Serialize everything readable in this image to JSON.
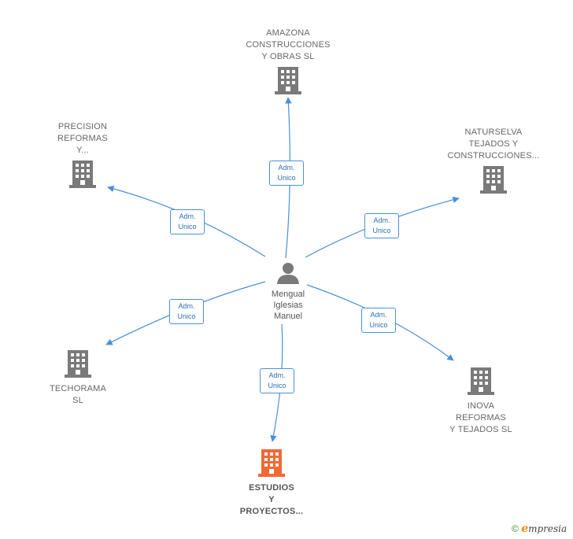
{
  "person": {
    "name_lines": [
      "Mengual",
      "Iglesias",
      "Manuel"
    ]
  },
  "companies": [
    {
      "id": "amazona",
      "lines": [
        "AMAZONA",
        "CONSTRUCCIONES",
        "Y OBRAS SL"
      ],
      "highlight": false
    },
    {
      "id": "precision",
      "lines": [
        "PRECISION",
        "REFORMAS",
        "Y..."
      ],
      "highlight": false
    },
    {
      "id": "naturselva",
      "lines": [
        "NATURSELVA",
        "TEJADOS Y",
        "CONSTRUCCIONES..."
      ],
      "highlight": false
    },
    {
      "id": "techorama",
      "lines": [
        "TECHORAMA",
        "SL"
      ],
      "highlight": false
    },
    {
      "id": "inova",
      "lines": [
        "INOVA",
        "REFORMAS",
        "Y TEJADOS  SL"
      ],
      "highlight": false
    },
    {
      "id": "estudios",
      "lines": [
        "ESTUDIOS",
        "Y",
        "PROYECTOS..."
      ],
      "highlight": true
    }
  ],
  "relations": [
    {
      "lines": [
        "Adm.",
        "Unico"
      ]
    },
    {
      "lines": [
        "Adm.",
        "Unico"
      ]
    },
    {
      "lines": [
        "Adm.",
        "Unico"
      ]
    },
    {
      "lines": [
        "Adm.",
        "Unico"
      ]
    },
    {
      "lines": [
        "Adm.",
        "Unico"
      ]
    },
    {
      "lines": [
        "Adm.",
        "Unico"
      ]
    }
  ],
  "colors": {
    "edge": "#4a90d9",
    "building": "#7a7a7a",
    "building_highlight": "#f06a35",
    "person": "#7a7a7a"
  },
  "footer": {
    "copyright": "©",
    "brand_initial": "e",
    "brand_rest": "mpresia"
  }
}
